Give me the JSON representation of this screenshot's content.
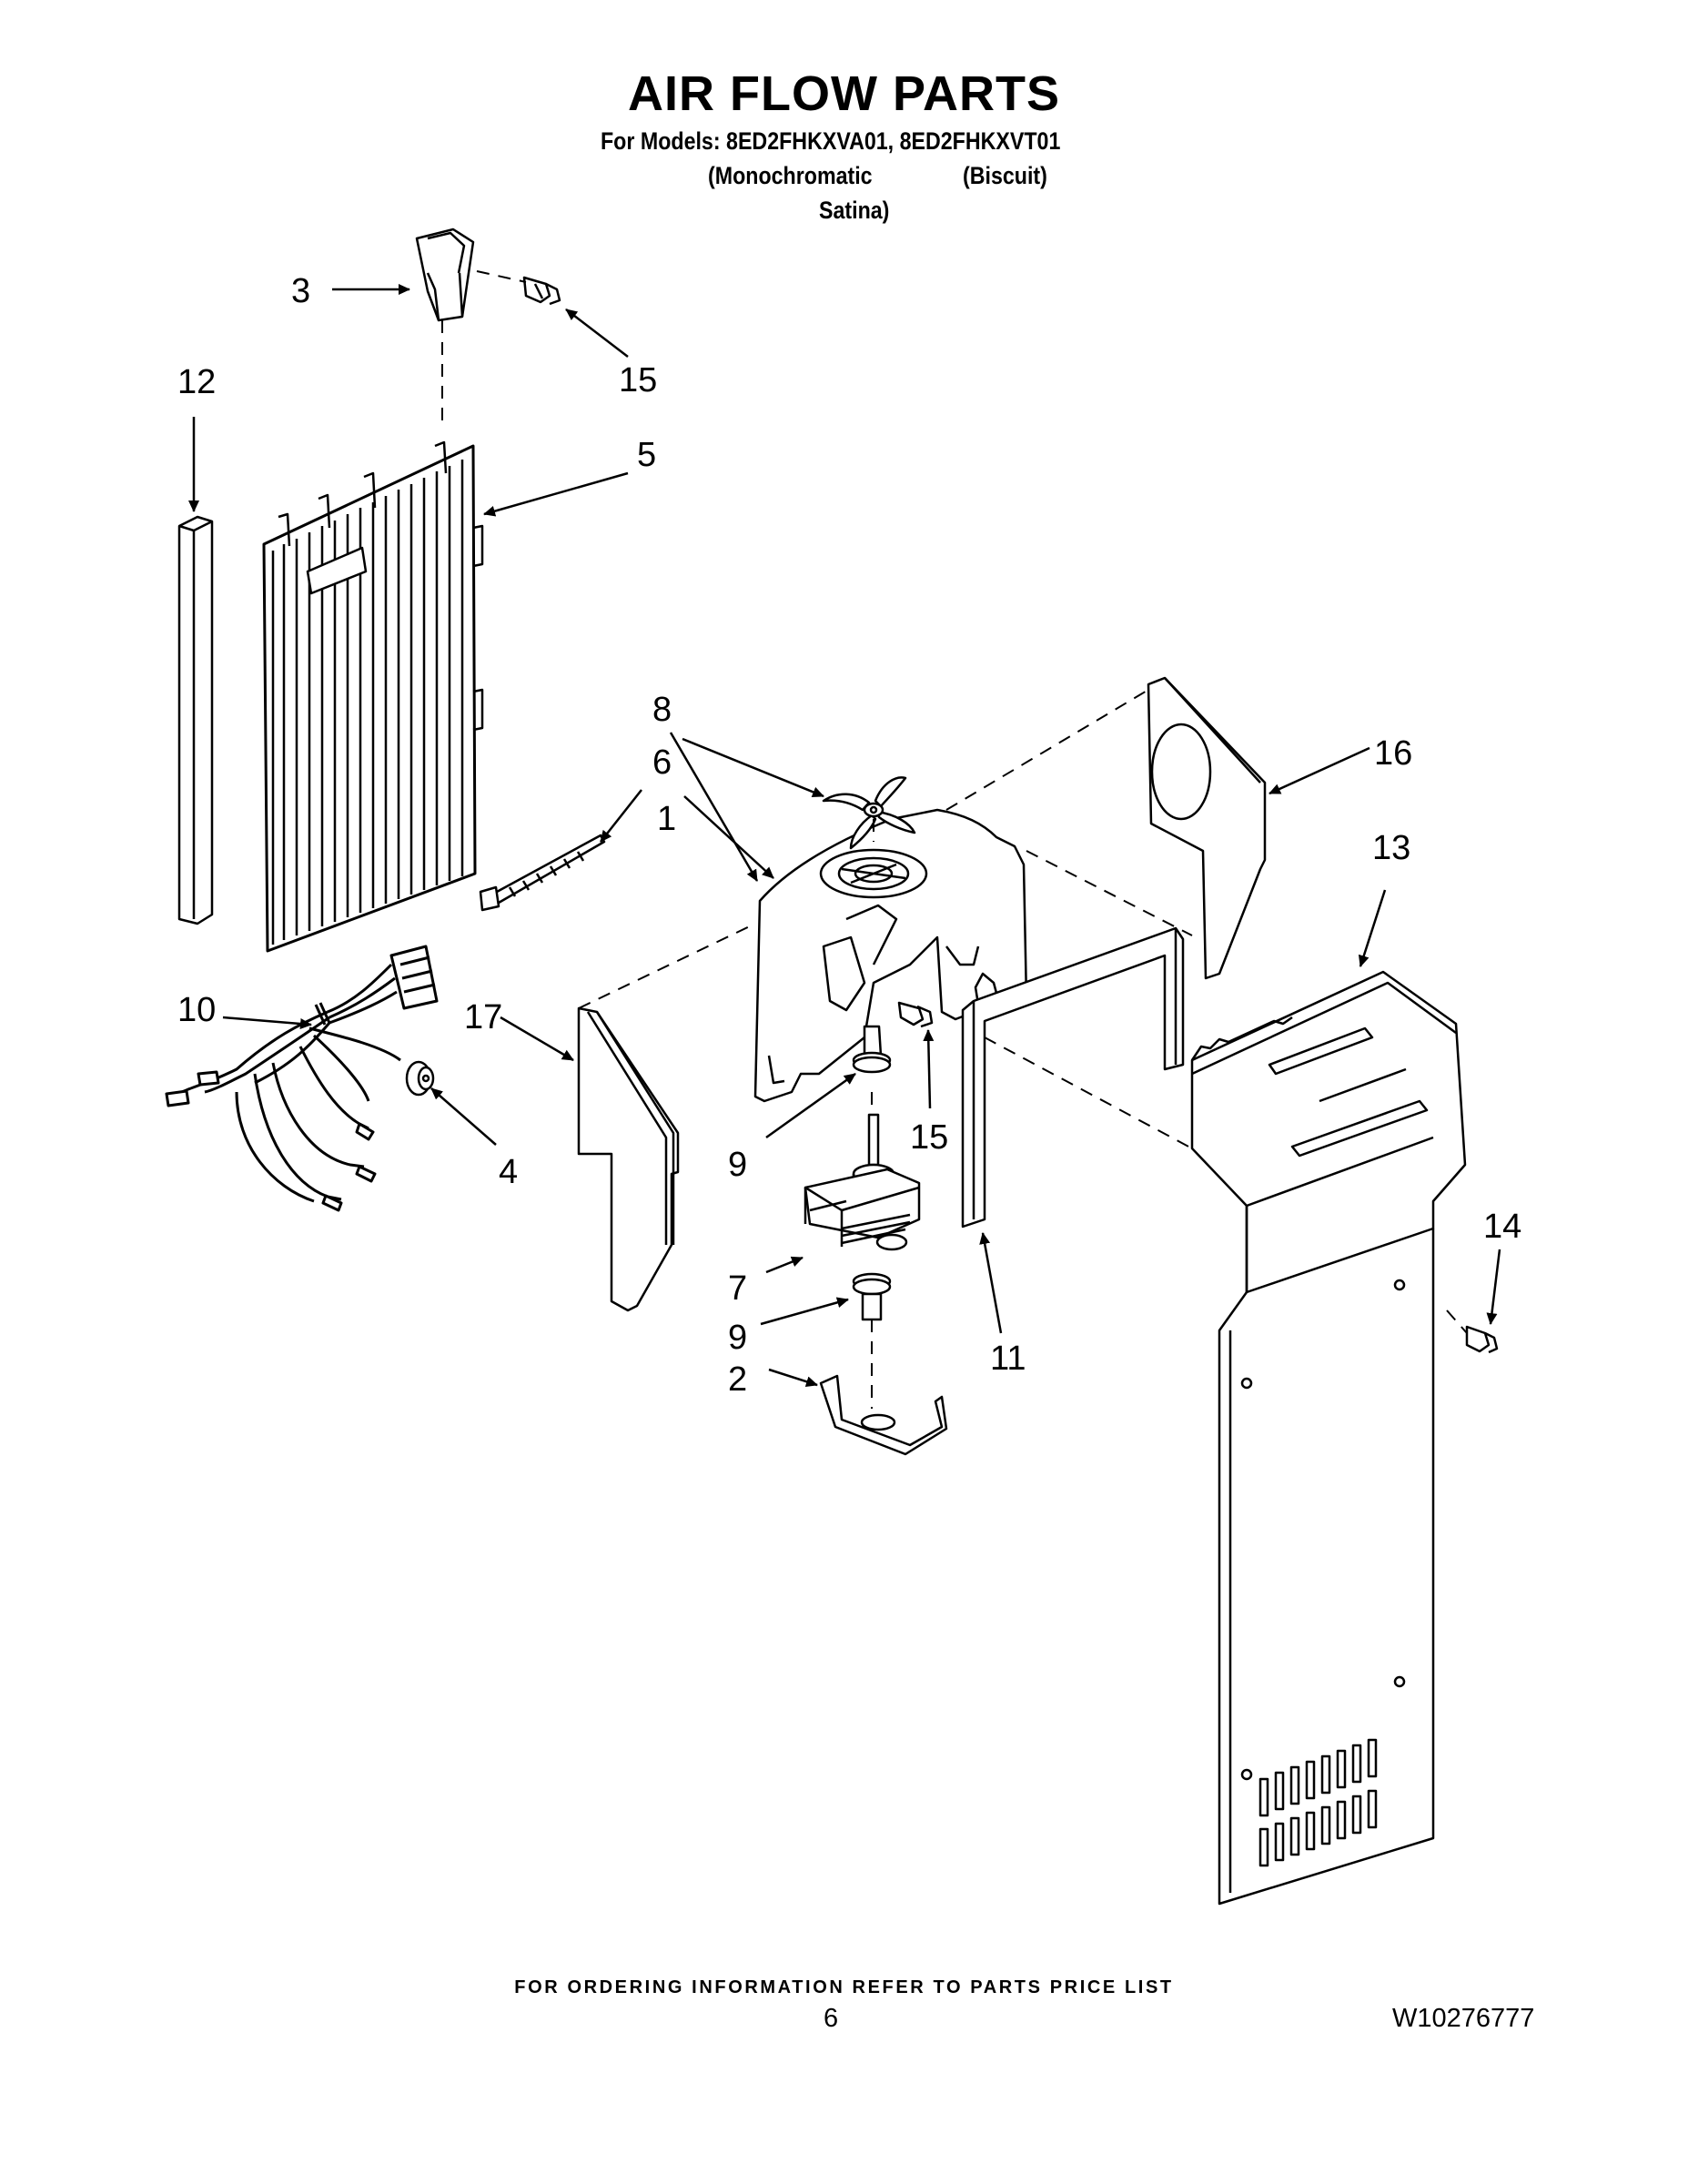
{
  "header": {
    "title": "AIR FLOW PARTS",
    "models_line": "For Models: 8ED2FHKXVA01, 8ED2FHKXVT01",
    "variant_1_line1": "(Monochromatic",
    "variant_1_line2": "Satina)",
    "variant_2": "(Biscuit)"
  },
  "callouts": {
    "c1": "1",
    "c2": "2",
    "c3": "3",
    "c4": "4",
    "c5": "5",
    "c6": "6",
    "c7": "7",
    "c8": "8",
    "c9a": "9",
    "c9b": "9",
    "c10": "10",
    "c11": "11",
    "c12": "12",
    "c13": "13",
    "c14": "14",
    "c15a": "15",
    "c15b": "15",
    "c16": "16",
    "c17": "17"
  },
  "footer": {
    "ordering_info": "FOR ORDERING INFORMATION REFER TO PARTS PRICE LIST",
    "page_number": "6",
    "document_number": "W10276777"
  }
}
